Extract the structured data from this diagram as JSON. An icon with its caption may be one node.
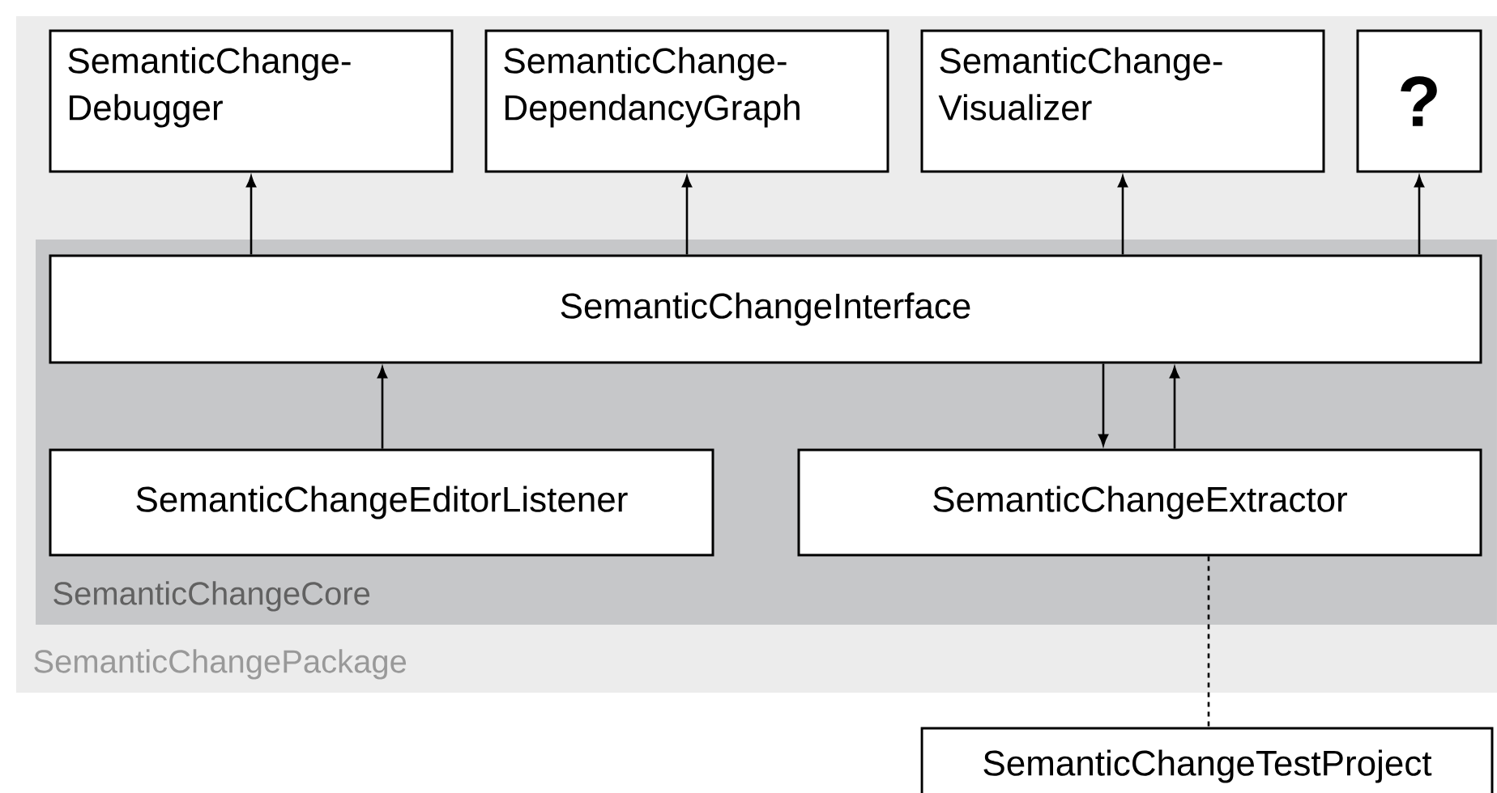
{
  "diagram": {
    "nodes": [
      {
        "text": [
          "SemanticChangePackage"
        ]
      },
      {
        "text": [
          "SemanticChange- Debugger"
        ],
        "in": 0
      },
      {
        "text": [
          "SemanticChange- DependancyGraph"
        ],
        "in": 0
      },
      {
        "text": [
          "SemanticChange- Visualizer"
        ],
        "in": 0
      },
      {
        "text": [
          "?"
        ],
        "in": 0
      },
      {
        "text": [
          "SemanticChangeCore"
        ],
        "in": 0
      },
      {
        "text": [
          "SemanticChangeInterface"
        ],
        "in": 5
      },
      {
        "text": [
          "SemanticChangeEditorListener"
        ],
        "in": 5
      },
      {
        "text": [
          "SemanticChangeExtractor"
        ],
        "in": 5
      },
      {
        "text": [
          "SemanticChangeTestProject"
        ]
      }
    ],
    "edges": [
      {
        "from": 6,
        "to": 1,
        "arrow": "to"
      },
      {
        "from": 6,
        "to": 2,
        "arrow": "to"
      },
      {
        "from": 6,
        "to": 3,
        "arrow": "to"
      },
      {
        "from": 6,
        "to": 4,
        "arrow": "to"
      },
      {
        "from": 7,
        "to": 6,
        "arrow": "to"
      },
      {
        "from": 6,
        "to": 8,
        "arrow": "to"
      },
      {
        "from": 8,
        "to": 6,
        "arrow": "to"
      },
      {
        "from": 8,
        "to": 9,
        "arrow": "none",
        "style": "dashed"
      }
    ]
  }
}
